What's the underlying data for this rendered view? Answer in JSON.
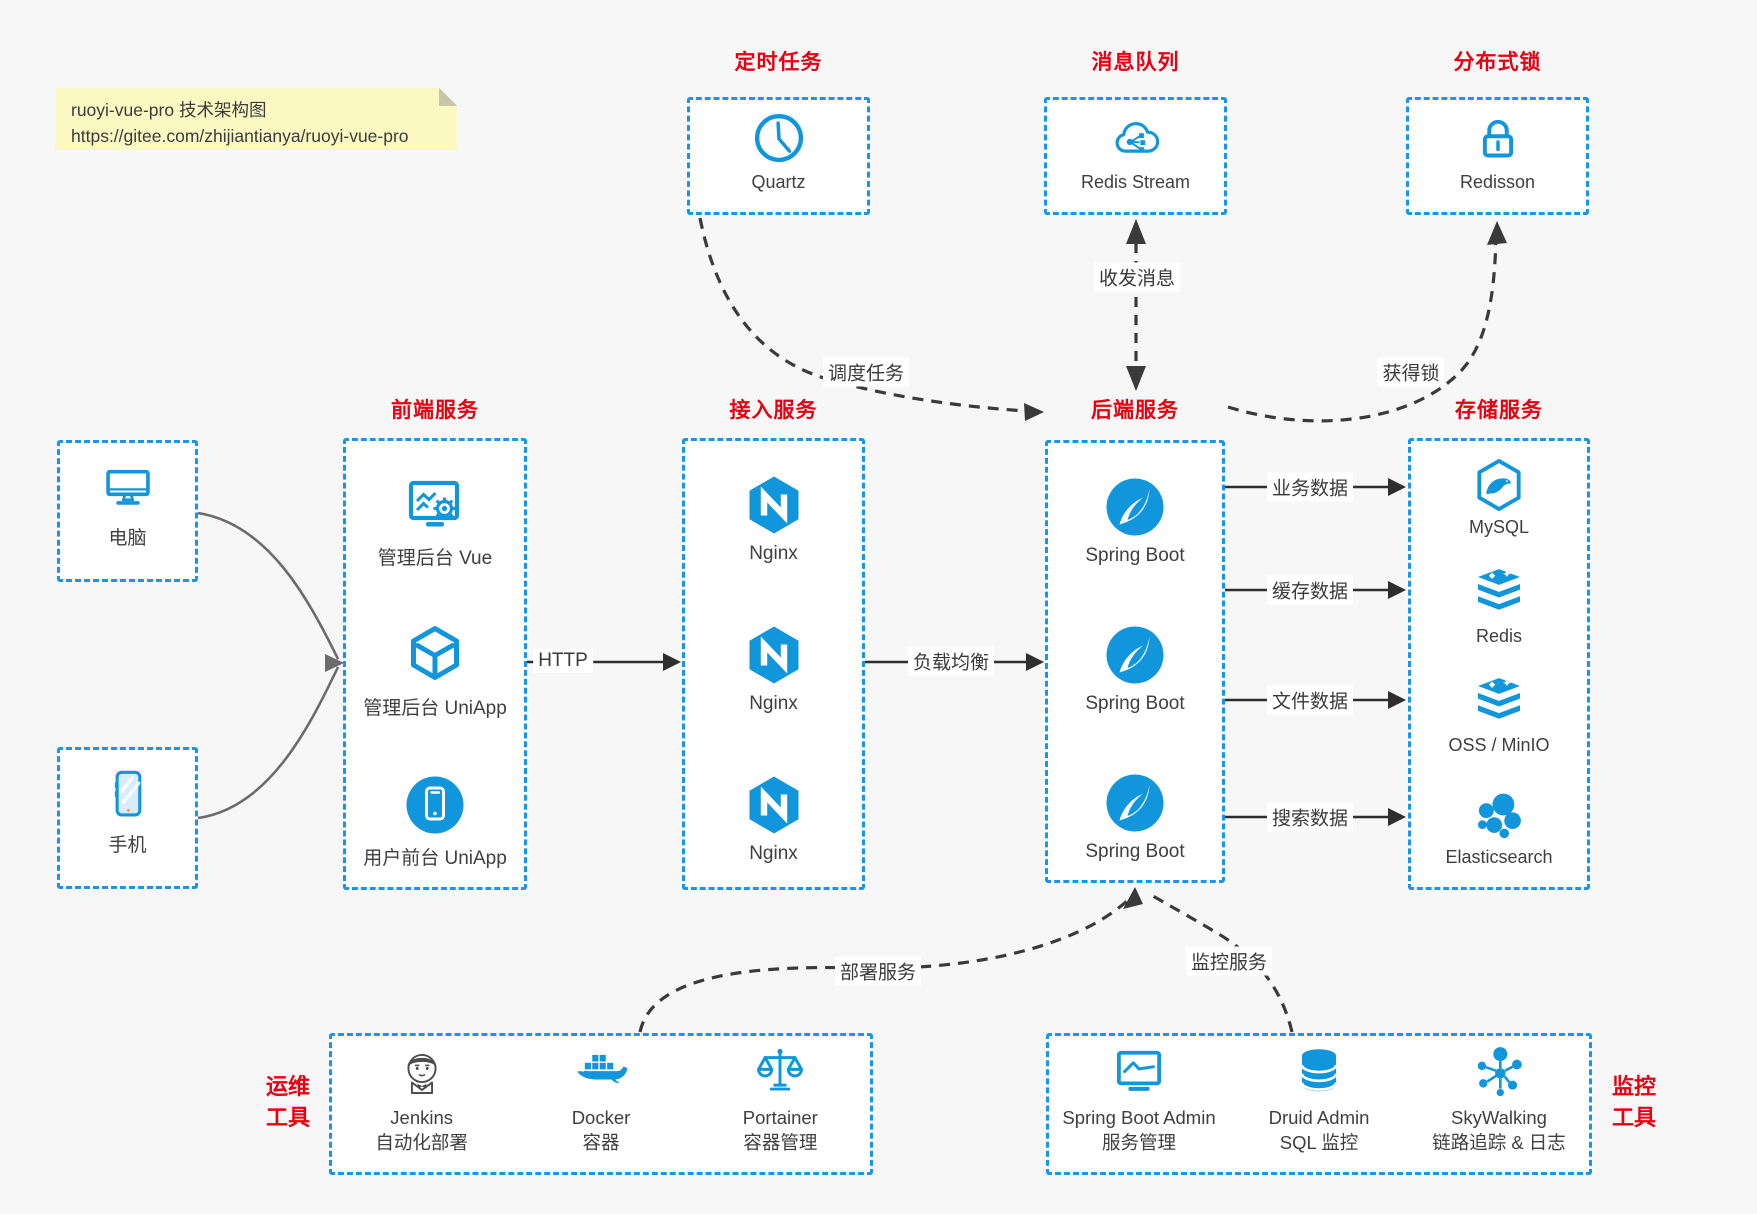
{
  "colors": {
    "accent_blue": "#1296db",
    "border_blue": "#1796f0",
    "title_red": "#e60012",
    "note_bg": "#fbf8c2",
    "canvas_bg": "#f7f7f7"
  },
  "note": {
    "line1": "ruoyi-vue-pro 技术架构图",
    "line2": "https://gitee.com/zhijiantianya/ruoyi-vue-pro"
  },
  "top_groups": [
    {
      "title": "定时任务",
      "label": "Quartz",
      "icon": "clock-icon"
    },
    {
      "title": "消息队列",
      "label": "Redis Stream",
      "icon": "cloud-share-icon"
    },
    {
      "title": "分布式锁",
      "label": "Redisson",
      "icon": "lock-icon"
    }
  ],
  "clients": [
    {
      "label": "电脑",
      "icon": "desktop-icon"
    },
    {
      "label": "手机",
      "icon": "smartphone-icon"
    }
  ],
  "columns": [
    {
      "title": "前端服务",
      "items": [
        {
          "label": "管理后台 Vue",
          "icon": "admin-dashboard-icon"
        },
        {
          "label": "管理后台 UniApp",
          "icon": "cube-icon"
        },
        {
          "label": "用户前台 UniApp",
          "icon": "mobile-app-icon"
        }
      ]
    },
    {
      "title": "接入服务",
      "items": [
        {
          "label": "Nginx",
          "icon": "nginx-icon"
        },
        {
          "label": "Nginx",
          "icon": "nginx-icon"
        },
        {
          "label": "Nginx",
          "icon": "nginx-icon"
        }
      ]
    },
    {
      "title": "后端服务",
      "items": [
        {
          "label": "Spring Boot",
          "icon": "spring-icon"
        },
        {
          "label": "Spring Boot",
          "icon": "spring-icon"
        },
        {
          "label": "Spring Boot",
          "icon": "spring-icon"
        }
      ]
    },
    {
      "title": "存储服务",
      "items": [
        {
          "label": "MySQL",
          "icon": "mysql-icon"
        },
        {
          "label": "Redis",
          "icon": "layer-stack-icon"
        },
        {
          "label": "OSS / MinIO",
          "icon": "layer-stack-icon"
        },
        {
          "label": "Elasticsearch",
          "icon": "cluster-icon"
        }
      ]
    }
  ],
  "bottom_groups": [
    {
      "side_label_line1": "运维",
      "side_label_line2": "工具",
      "items": [
        {
          "label": "Jenkins",
          "sublabel": "自动化部署",
          "icon": "jenkins-icon"
        },
        {
          "label": "Docker",
          "sublabel": "容器",
          "icon": "docker-icon"
        },
        {
          "label": "Portainer",
          "sublabel": "容器管理",
          "icon": "scales-icon"
        }
      ]
    },
    {
      "side_label_line1": "监控",
      "side_label_line2": "工具",
      "items": [
        {
          "label": "Spring Boot Admin",
          "sublabel": "服务管理",
          "icon": "monitor-chart-icon"
        },
        {
          "label": "Druid Admin",
          "sublabel": "SQL 监控",
          "icon": "database-icon"
        },
        {
          "label": "SkyWalking",
          "sublabel": "链路追踪 & 日志",
          "icon": "network-icon"
        }
      ]
    }
  ],
  "edges": {
    "http": "HTTP",
    "load_balance": "负载均衡",
    "schedule": "调度任务",
    "message": "收发消息",
    "lock": "获得锁",
    "business": "业务数据",
    "cache": "缓存数据",
    "file": "文件数据",
    "search": "搜索数据",
    "deploy": "部署服务",
    "monitor": "监控服务"
  }
}
